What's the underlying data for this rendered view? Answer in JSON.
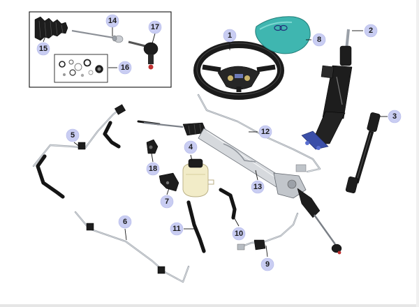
{
  "callouts": {
    "c1": "1",
    "c2": "2",
    "c3": "3",
    "c4": "4",
    "c5": "5",
    "c6": "6",
    "c7": "7",
    "c8": "8",
    "c9": "9",
    "c10": "10",
    "c11": "11",
    "c12": "12",
    "c13": "13",
    "c14": "14",
    "c15": "15",
    "c16": "16",
    "c17": "17",
    "c18": "18"
  },
  "colors": {
    "callout_fill": "#c9cdf2",
    "airbag_teal": "#3fb6b0",
    "reservoir_cream": "#f2ecc8",
    "column_bracket_blue": "#3b4fa8"
  }
}
